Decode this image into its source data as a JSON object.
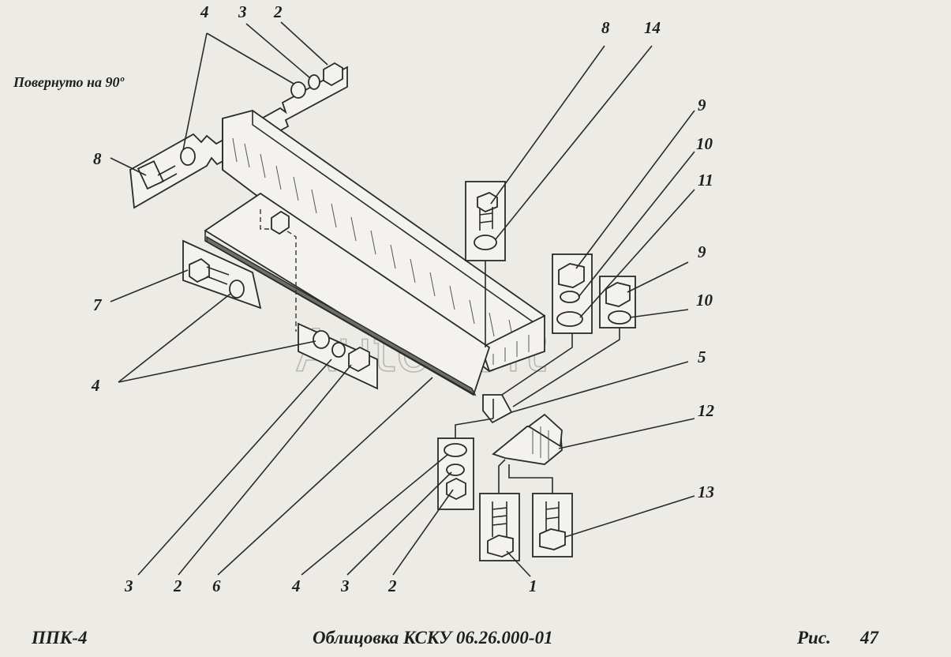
{
  "note": "Повернуто на 90º",
  "watermark": "AutoSoft",
  "callouts": {
    "top_4": "4",
    "top_3": "3",
    "top_2": "2",
    "left_8": "8",
    "left_7": "7",
    "left_4": "4",
    "bot_3a": "3",
    "bot_2a": "2",
    "bot_6": "6",
    "bot_4": "4",
    "bot_3b": "3",
    "bot_2b": "2",
    "bot_1": "1",
    "r_8": "8",
    "r_14": "14",
    "r_9a": "9",
    "r_10a": "10",
    "r_11": "11",
    "r_9b": "9",
    "r_10b": "10",
    "r_5": "5",
    "r_12": "12",
    "r_13": "13"
  },
  "footer": {
    "left": "ППК-4",
    "center": "Облицовка КСКУ 06.26.000-01",
    "fig_label": "Рис.",
    "fig_number": "47"
  }
}
